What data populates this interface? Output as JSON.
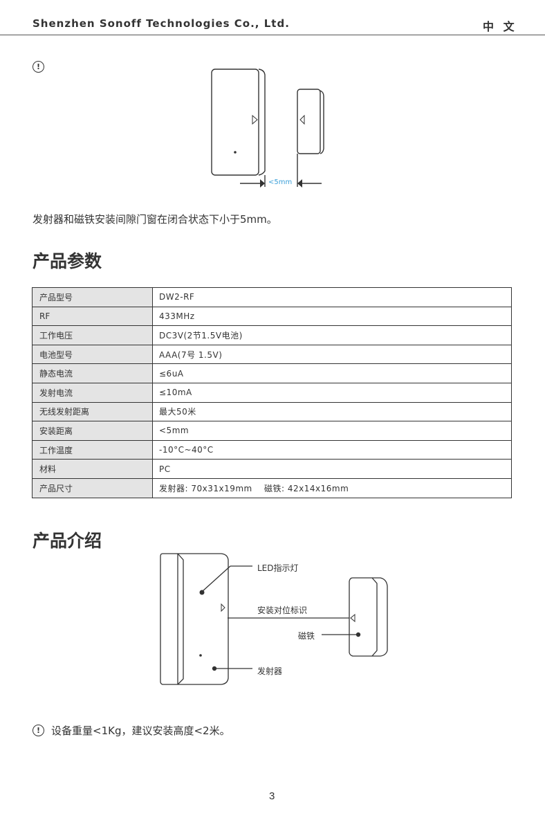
{
  "header": {
    "company": "Shenzhen Sonoff Technologies Co., Ltd.",
    "language": "中 文"
  },
  "install": {
    "gap_label": "<5mm",
    "note": "发射器和磁铁安装间隙门窗在闭合状态下小于5mm。"
  },
  "specs": {
    "title": "产品参数",
    "rows": [
      {
        "k": "产品型号",
        "v": "DW2-RF"
      },
      {
        "k": "RF",
        "v": "433MHz"
      },
      {
        "k": "工作电压",
        "v": "DC3V(2节1.5V电池)"
      },
      {
        "k": "电池型号",
        "v": "AAA(7号 1.5V)"
      },
      {
        "k": "静态电流",
        "v": "≤6uA"
      },
      {
        "k": "发射电流",
        "v": "≤10mA"
      },
      {
        "k": "无线发射距离",
        "v": "最大50米"
      },
      {
        "k": "安装距离",
        "v": "<5mm"
      },
      {
        "k": "工作温度",
        "v": "-10°C~40°C"
      },
      {
        "k": "材料",
        "v": "PC"
      },
      {
        "k": "产品尺寸",
        "v": "发射器: 70x31x19mm    磁铁: 42x14x16mm"
      }
    ]
  },
  "intro": {
    "title": "产品介绍",
    "led": "LED指示灯",
    "align": "安装对位标识",
    "magnet": "磁铁",
    "transmitter": "发射器"
  },
  "warning": "设备重量<1Kg，建议安装高度<2米。",
  "page_number": "3",
  "colors": {
    "gap_label": "#3a9fd8",
    "table_label_bg": "#e4e4e4"
  }
}
